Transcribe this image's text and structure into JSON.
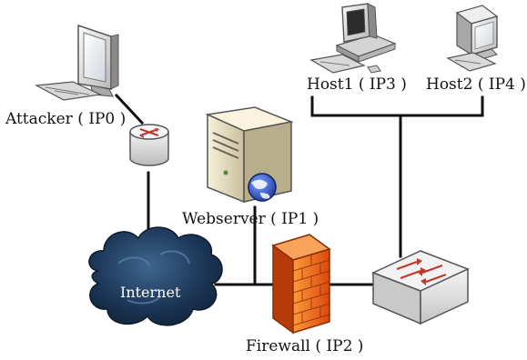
{
  "nodes": {
    "attacker": {
      "label": "Attacker ( IP0 )"
    },
    "webserver": {
      "label": "Webserver ( IP1 )"
    },
    "firewall": {
      "label": "Firewall ( IP2 )"
    },
    "host1": {
      "label": "Host1 ( IP3 )"
    },
    "host2": {
      "label": "Host2 ( IP4 )"
    },
    "internet": {
      "label": "Internet"
    }
  },
  "colors": {
    "cloud": "#1f3a5a",
    "firewall": "#e85a18",
    "server": "#efe6c8",
    "globe": "#2a4fb0"
  },
  "icons": [
    "computer-icon",
    "router-icon",
    "server-icon",
    "globe-icon",
    "firewall-icon",
    "switch-icon",
    "cloud-icon"
  ]
}
